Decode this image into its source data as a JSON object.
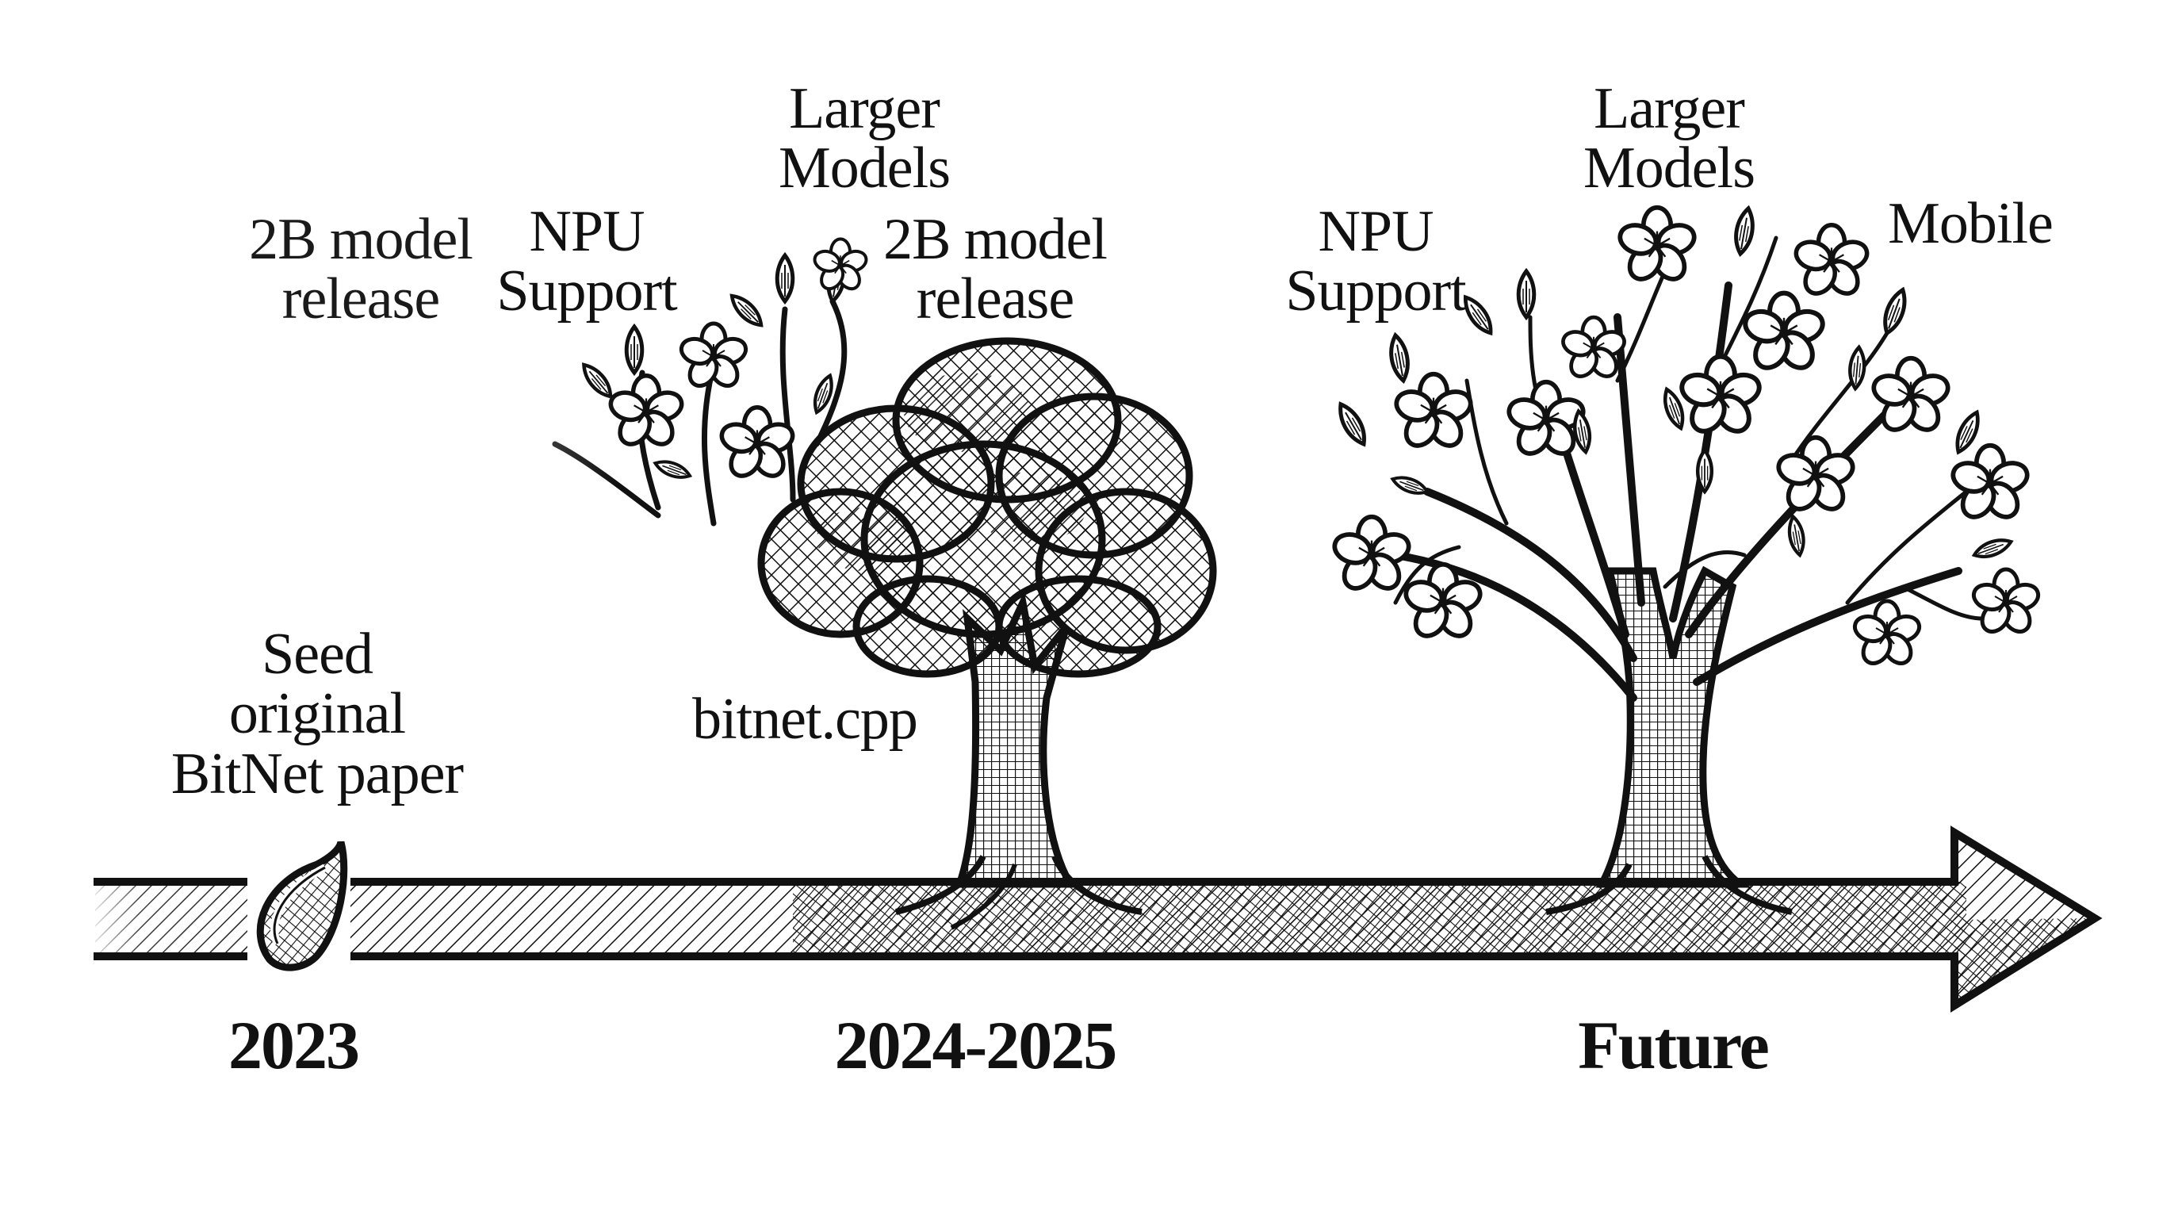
{
  "diagram": {
    "type": "timeline-illustration",
    "style": "black-and-white engraving / crosshatch",
    "colors": {
      "ink": "#111111",
      "background": "#ffffff"
    },
    "timeline": {
      "direction": "left-to-right",
      "arrow_head": "right",
      "eras": [
        {
          "id": "era-2023",
          "year_label": "2023",
          "symbol": "seed"
        },
        {
          "id": "era-2024-2025",
          "year_label": "2024-2025",
          "symbol": "leafy-tree"
        },
        {
          "id": "era-future",
          "year_label": "Future",
          "symbol": "blossoming-tree"
        }
      ]
    },
    "labels": {
      "seed": {
        "lines": [
          "Seed",
          "original",
          "BitNet paper"
        ]
      },
      "bitnet_cpp": {
        "lines": [
          "bitnet.cpp"
        ]
      },
      "mid_2b_model_left": {
        "lines": [
          "2B model",
          "release"
        ]
      },
      "mid_npu_support": {
        "lines": [
          "NPU",
          "Support"
        ]
      },
      "mid_larger_models": {
        "lines": [
          "Larger",
          "Models"
        ]
      },
      "mid_2b_model_right": {
        "lines": [
          "2B model",
          "release"
        ]
      },
      "future_npu_support": {
        "lines": [
          "NPU",
          "Support"
        ]
      },
      "future_larger_models": {
        "lines": [
          "Larger",
          "Models"
        ]
      },
      "future_mobile": {
        "lines": [
          "Mobile"
        ]
      }
    }
  }
}
